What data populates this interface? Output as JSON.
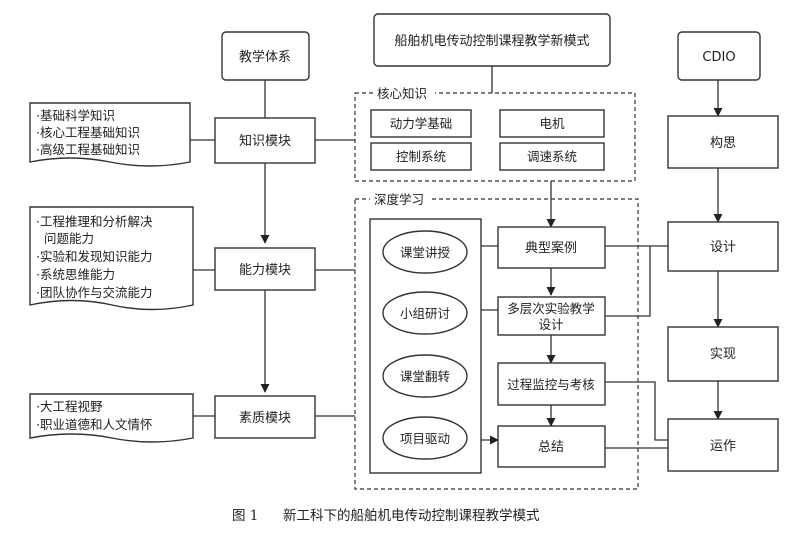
{
  "title": "船舶机电传动控制课程教学新模式",
  "teaching_system": "教学体系",
  "cdio": "CDIO",
  "modules": {
    "knowledge": "知识模块",
    "ability": "能力模块",
    "quality": "素质模块"
  },
  "knowledge_list": [
    "·基础科学知识",
    "·核心工程基础知识",
    "·高级工程基础知识"
  ],
  "ability_list": [
    "·工程推理和分析解决",
    "问题能力",
    "·实验和发现知识能力",
    "·系统思维能力",
    "·团队协作与交流能力"
  ],
  "quality_list": [
    "·大工程视野",
    "·职业道德和人文情怀"
  ],
  "core": {
    "title": "核心知识",
    "items": [
      "动力学基础",
      "电机",
      "控制系统",
      "调速系统"
    ]
  },
  "deep": {
    "title": "深度学习",
    "methods": [
      "课堂讲授",
      "小组研讨",
      "课堂翻转",
      "项目驱动"
    ],
    "steps": [
      "典型案例",
      "多层次实验教学",
      "设计",
      "过程监控与考核",
      "总结"
    ]
  },
  "cdio_steps": [
    "构思",
    "设计",
    "实现",
    "运作"
  ],
  "caption": {
    "label": "图 1",
    "text": "新工科下的船舶机电传动控制课程教学模式"
  }
}
